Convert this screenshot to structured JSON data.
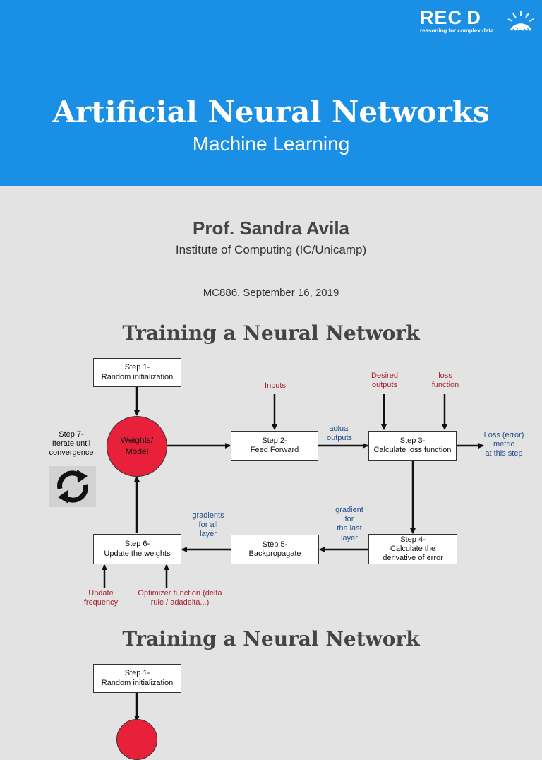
{
  "header": {
    "logo_word": "REC D",
    "logo_tagline": "reasoning for complex data",
    "title": "Artificial Neural Networks",
    "subtitle": "Machine Learning"
  },
  "author": {
    "name": "Prof. Sandra Avila",
    "affiliation": "Institute of Computing (IC/Unicamp)",
    "course_date": "MC886, September 16, 2019"
  },
  "section1": {
    "title": "Training a Neural Network",
    "diagram": {
      "step1": "Step 1-\nRandom initialization",
      "weights": "Weights/\nModel",
      "step2": "Step 2-\nFeed Forward",
      "step3": "Step 3-\nCalculate loss function",
      "step4": "Step 4-\nCalculate the\nderivative of error",
      "step5": "Step 5-\nBackpropagate",
      "step6": "Step 6-\nUpdate the weights",
      "step7": "Step 7-\nIterate until\nconvergence",
      "inputs": "Inputs",
      "desired_outputs": "Desired\noutputs",
      "loss_function": "loss\nfunction",
      "actual_outputs": "actual\noutputs",
      "loss_metric": "Loss (error)\nmetric\nat this step",
      "gradient_last": "gradient\nfor\nthe last\nlayer",
      "gradients_all": "gradients\nfor all\nlayer",
      "update_frequency": "Update\nfrequency",
      "optimizer": "Optimizer function (delta\nrule / adadelta...)",
      "refresh_icon": "refresh-icon"
    }
  },
  "section2": {
    "title": "Training a Neural Network",
    "step1": "Step 1-\nRandom initialization"
  },
  "colors": {
    "header_bg": "#1a8fe6",
    "node_red": "#e8203a",
    "label_blue": "#1f4e8c",
    "label_red": "#a8222b"
  }
}
